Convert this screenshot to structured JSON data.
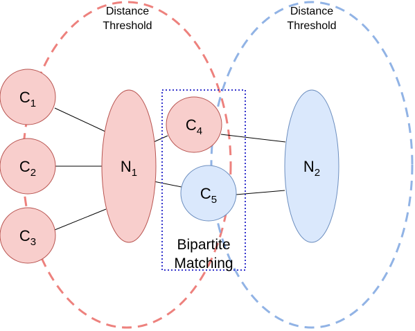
{
  "diagram": {
    "threshold_left": {
      "line1": "Distance",
      "line2": "Threshold"
    },
    "threshold_right": {
      "line1": "Distance",
      "line2": "Threshold"
    },
    "nodes": {
      "c1": {
        "base": "C",
        "sub": "1"
      },
      "c2": {
        "base": "C",
        "sub": "2"
      },
      "c3": {
        "base": "C",
        "sub": "3"
      },
      "c4": {
        "base": "C",
        "sub": "4"
      },
      "c5": {
        "base": "C",
        "sub": "5"
      },
      "n1": {
        "base": "N",
        "sub": "1"
      },
      "n2": {
        "base": "N",
        "sub": "2"
      }
    },
    "bipartite": {
      "line1": "Bipartite",
      "line2": "Matching"
    }
  },
  "colors": {
    "red_fill": "#f8cecc",
    "red_stroke": "#b85450",
    "red_dash": "#ea6b66",
    "blue_fill": "#dae8fc",
    "blue_stroke": "#6c8ebf",
    "blue_dash": "#7ea6e0",
    "box_dots": "#3333cc"
  }
}
